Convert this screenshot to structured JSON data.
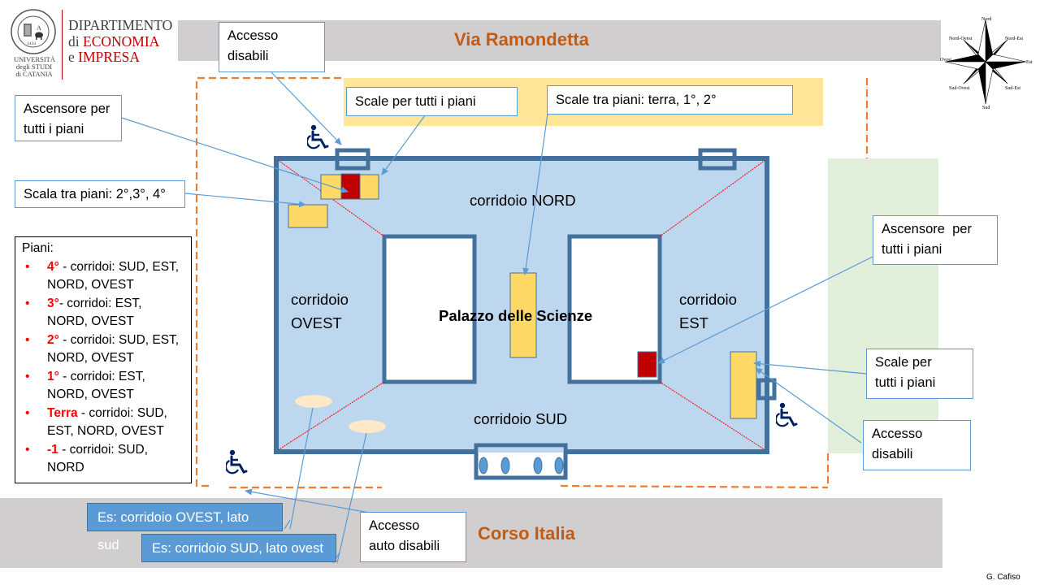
{
  "header": {
    "department_line1": "DIPARTIMENTO",
    "department_line2_prefix": "di ",
    "department_line2_accent": "ECONOMIA",
    "department_line3_prefix": "e ",
    "department_line3_accent": "IMPRESA",
    "university_line1": "UNIVERSITÀ",
    "university_line2": "degli STUDI",
    "university_line3": "di CATANIA",
    "seal_text": "SICILIAE STVDIVM GENERALE",
    "seal_year": "1434",
    "seal_letter": "A"
  },
  "compass": {
    "north": "Nord",
    "north_east": "Nord-Est",
    "east": "Est",
    "south_east": "Sud-Est",
    "south": "Sud",
    "south_west": "Sud-Ovest",
    "west": "Ovest",
    "north_west": "Nord-Ovest"
  },
  "roads": {
    "north": "Via Ramondetta",
    "south": "Corso Italia"
  },
  "building": {
    "name": "Palazzo delle Scienze",
    "corridors": {
      "north": "corridoio NORD",
      "west_line1": "corridoio",
      "west_line2": "OVEST",
      "east_line1": "corridoio",
      "east_line2": "EST",
      "south": "corridoio SUD"
    }
  },
  "callouts": {
    "accesso_disabili_top": [
      "Accesso",
      "disabili"
    ],
    "ascensore_ovest": [
      "Ascensore per",
      "tutti i piani"
    ],
    "scale_tutti_piani_nord": "Scale per tutti i piani",
    "scale_terra_1_2": "Scale tra piani: terra, 1°, 2°",
    "scala_2_3_4": "Scala tra piani: 2°,3°, 4°",
    "ascensore_est": [
      "Ascensore  per",
      "tutti i piani"
    ],
    "scale_tutti_piani_est": [
      "Scale per",
      "tutti i piani"
    ],
    "accesso_disabili_est": [
      "Accesso",
      "disabili"
    ],
    "accesso_auto_disabili": [
      "Accesso",
      "auto disabili"
    ],
    "example_ovest": "Es: corridoio OVEST, lato sud",
    "example_sud": "Es: corridoio SUD, lato ovest"
  },
  "legend": {
    "title": "Piani:",
    "bullet": "•",
    "items": [
      {
        "floor": "4°",
        "text": " - corridoi: SUD, EST, NORD, OVEST"
      },
      {
        "floor": "3°",
        "text": "- corridoi: EST, NORD, OVEST"
      },
      {
        "floor": "2°",
        "text": " - corridoi: SUD, EST, NORD, OVEST"
      },
      {
        "floor": "1°",
        "text": " - corridoi: EST, NORD, OVEST"
      },
      {
        "floor": "Terra",
        "text": " - corridoi: SUD, EST, NORD, OVEST"
      },
      {
        "floor": "-1",
        "text": " - corridoi: SUD, NORD"
      }
    ]
  },
  "footer": {
    "author": "G. Cafiso"
  },
  "colors": {
    "building_fill": "#bdd7ee",
    "building_wall": "#41719c",
    "stairs_yellow": "#ffd966",
    "elevator_red": "#c00000",
    "road_grey": "#d0cece",
    "road_label": "#c55a11",
    "perimeter_orange": "#ed7d31",
    "green_area": "#e2efda",
    "north_yellow_area": "#ffe699",
    "arrow_blue": "#5b9bd5",
    "wheelchair_navy": "#002060"
  }
}
